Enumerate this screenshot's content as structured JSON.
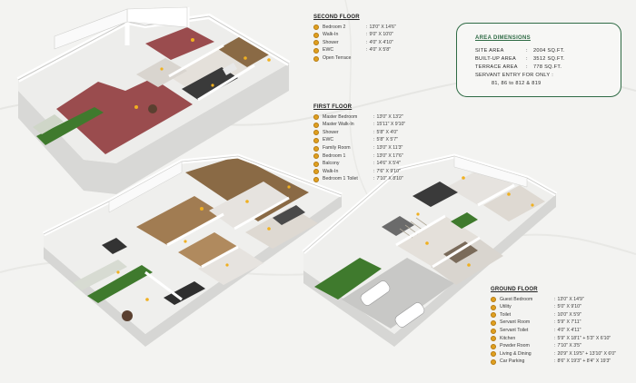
{
  "area_dimensions": {
    "title": "AREA DIMENSIONS",
    "rows": [
      {
        "label": "SITE AREA",
        "value": "2004 SQ.FT."
      },
      {
        "label": "BUILT-UP AREA",
        "value": "3512 SQ.FT."
      },
      {
        "label": "TERRACE AREA",
        "value": "778 SQ.FT."
      }
    ],
    "servant_entry": "SERVANT ENTRY FOR ONLY :",
    "servant_units": "81, 86 to 812 & 819"
  },
  "second_floor": {
    "title": "SECOND FLOOR",
    "items": [
      {
        "label": "Bedroom 2",
        "value": "13'0\" X 14'6\""
      },
      {
        "label": "Walk-In",
        "value": "9'0\" X 10'0\""
      },
      {
        "label": "Shower",
        "value": "4'0\" X 4'10\""
      },
      {
        "label": "EWC",
        "value": "4'0\" X 5'8\""
      },
      {
        "label": "Open Terrace",
        "value": ""
      }
    ]
  },
  "first_floor": {
    "title": "FIRST FLOOR",
    "items": [
      {
        "label": "Master Bedroom",
        "value": "13'0\" X 13'2\""
      },
      {
        "label": "Master Walk-In",
        "value": "15'11\" X 9'10\""
      },
      {
        "label": "Shower",
        "value": "5'8\" X 4'0\""
      },
      {
        "label": "EWC",
        "value": "5'8\" X 5'7\""
      },
      {
        "label": "Family Room",
        "value": "13'0\" X 11'3\""
      },
      {
        "label": "Bedroom 1",
        "value": "13'0\" X 17'6\""
      },
      {
        "label": "Balcony",
        "value": "14'6\" X 5'4\""
      },
      {
        "label": "Walk-In",
        "value": "7'6\" X 9'10\""
      },
      {
        "label": "Bedroom 1 Toilet",
        "value": "7'10\" X 8'10\""
      }
    ]
  },
  "ground_floor": {
    "title": "GROUND FLOOR",
    "items": [
      {
        "label": "Guest Bedroom",
        "value": "13'0\" X 14'9\""
      },
      {
        "label": "Utility",
        "value": "5'0\" X 9'10\""
      },
      {
        "label": "Toilet",
        "value": "10'0\" X 5'9\""
      },
      {
        "label": "Servant Room",
        "value": "5'9\" X 7'11\""
      },
      {
        "label": "Servant Toilet",
        "value": "4'0\" X 4'11\""
      },
      {
        "label": "Kitchen",
        "value": "5'9\" X 18'1\" + 5'3\" X 6'10\""
      },
      {
        "label": "Powder Room",
        "value": "7'10\" X 3'5\""
      },
      {
        "label": "Living & Dining",
        "value": "20'9\" X 19'5\" + 13'10\" X 6'0\""
      },
      {
        "label": "Car Parking",
        "value": "8'6\" X 19'3\" + 8'4\" X 19'3\""
      }
    ]
  },
  "colors": {
    "terrace_floor": "#9a4c4e",
    "wall": "#ffffff",
    "wood": "#8a6a45",
    "accent_text": "#2f6b45",
    "bullet": "#e0a020",
    "garden": "#3f7a2d"
  }
}
